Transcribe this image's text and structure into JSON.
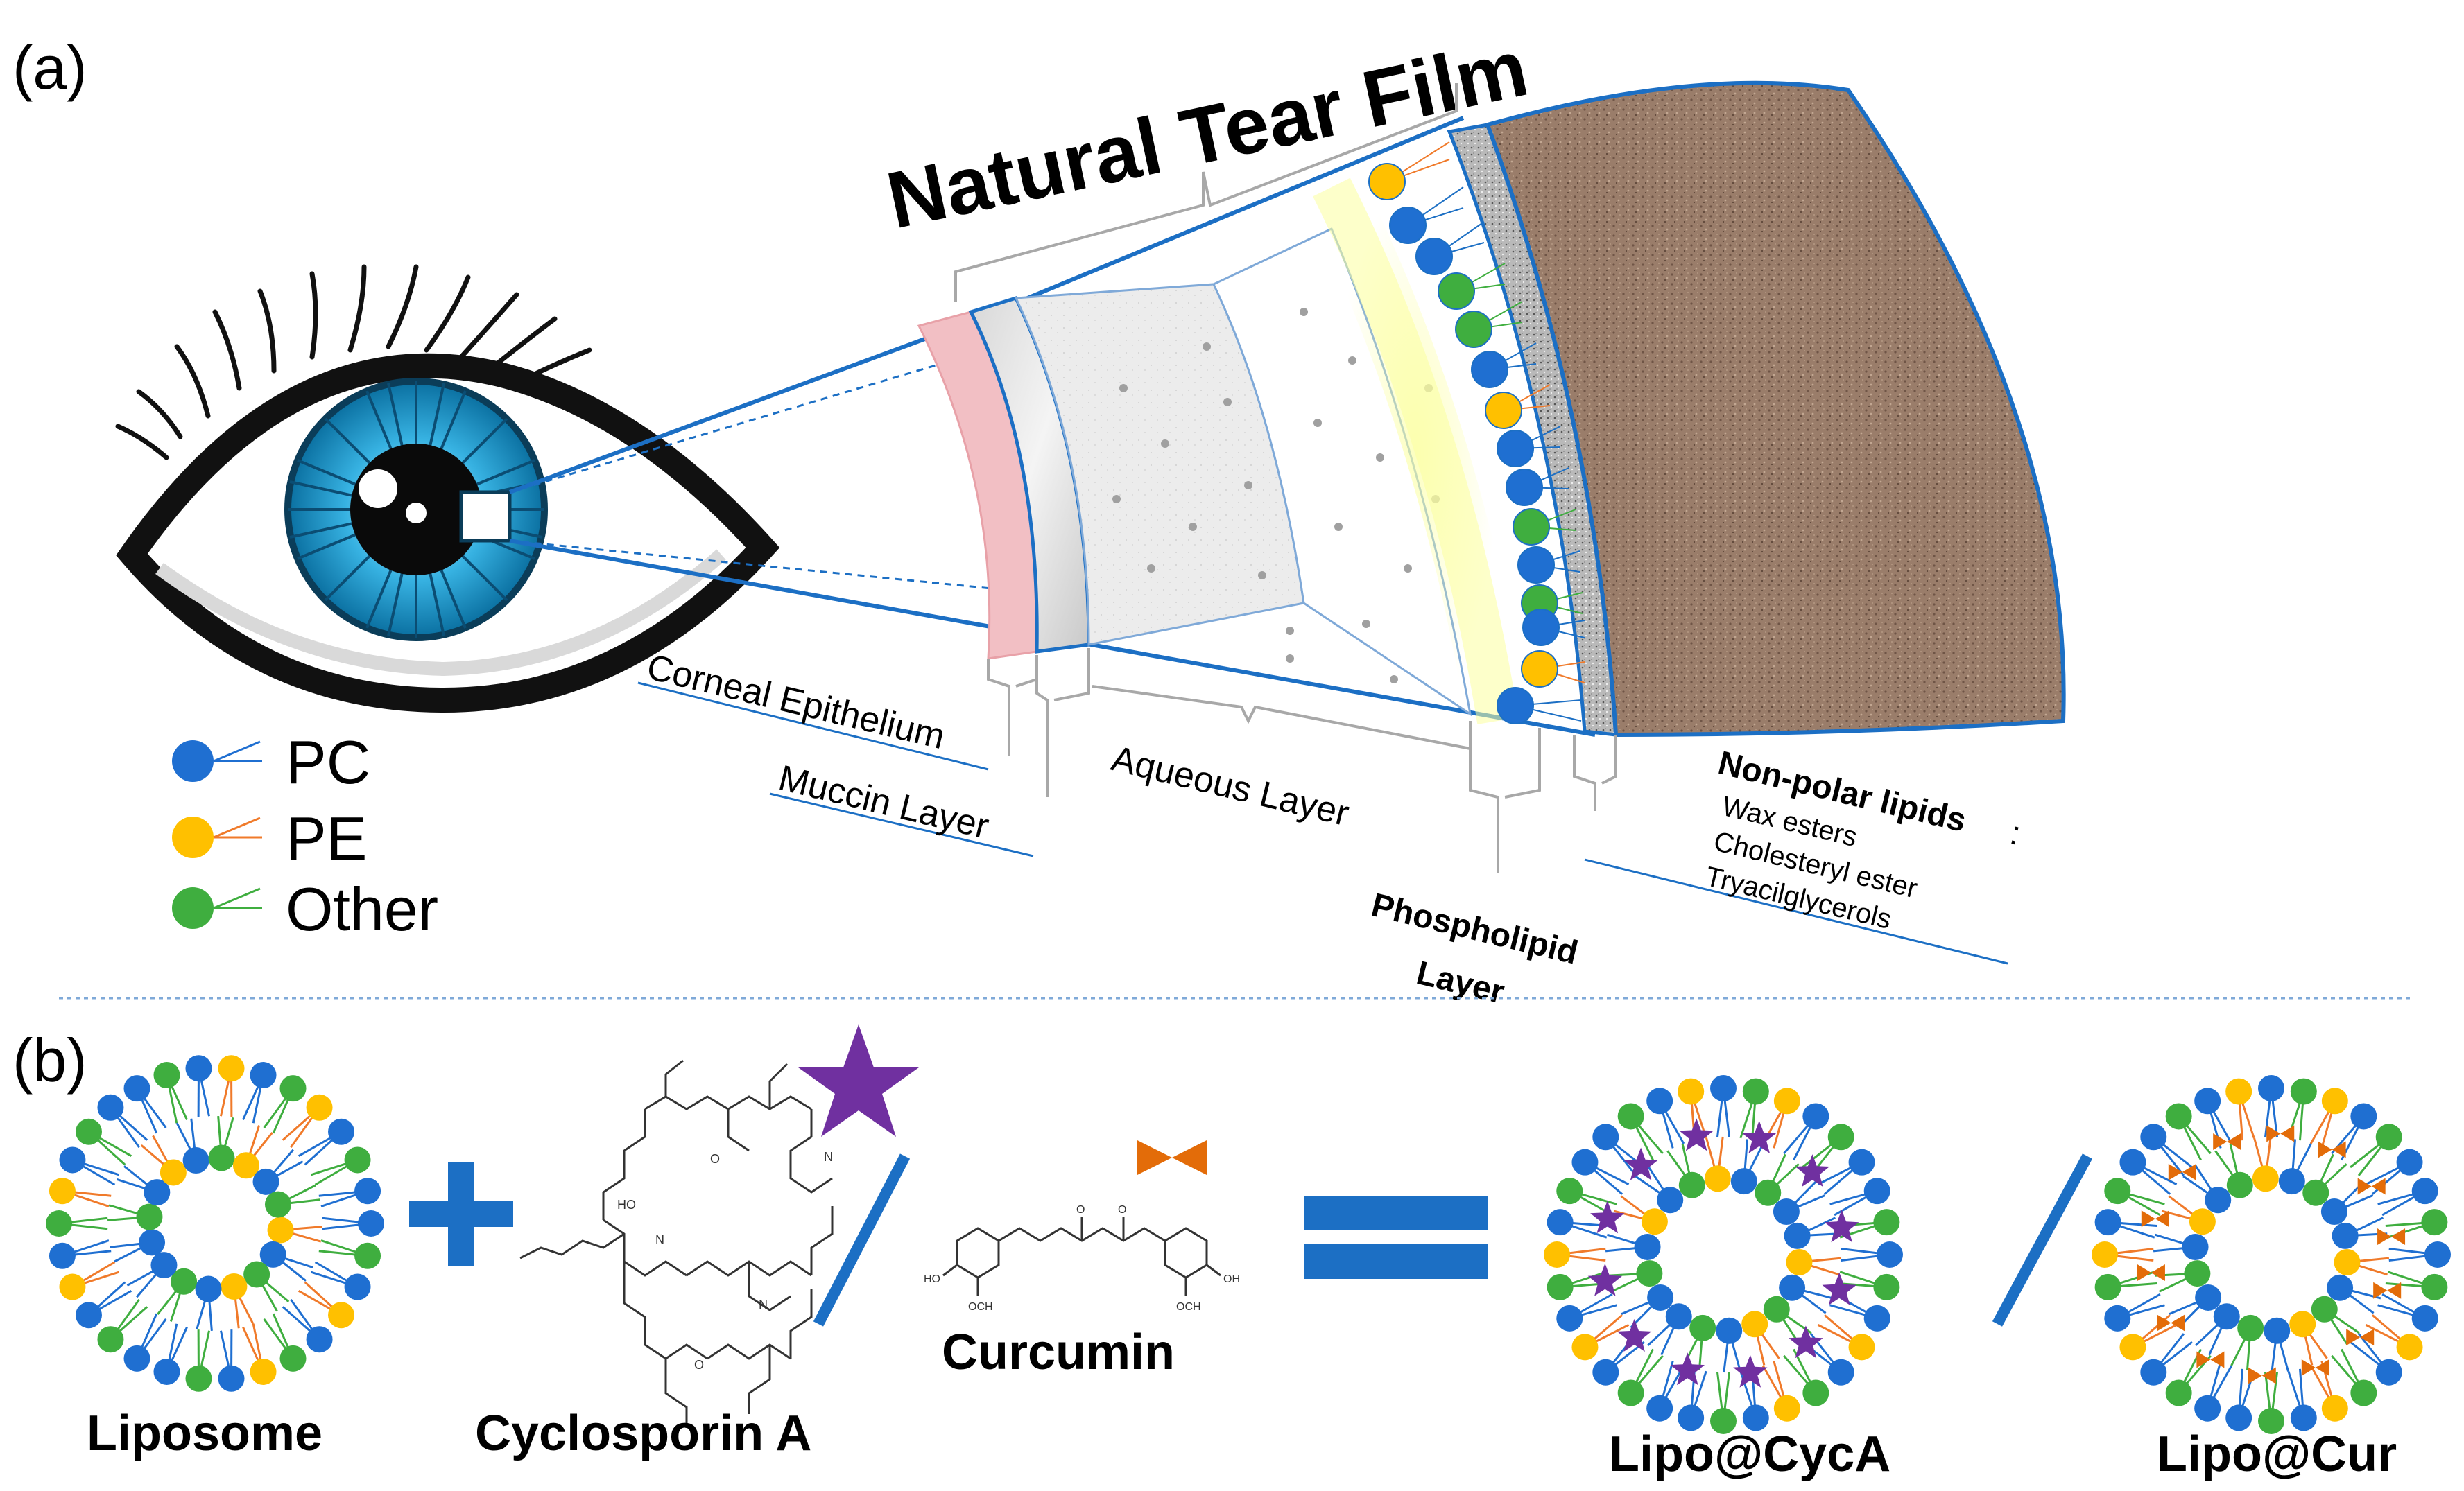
{
  "panel_a": {
    "label": "(a)",
    "title": "Natural Tear Film",
    "layers": {
      "corneal": "Corneal Epithelium",
      "muccin": "Muccin Layer",
      "aqueous": "Aqueous Layer",
      "phospholipid_line1": "Phospholipid",
      "phospholipid_line2": "Layer",
      "nonpolar_title": "Non-polar lipids",
      "nonpolar_colon": ":",
      "nonpolar_items": [
        "Wax esters",
        "Cholesteryl ester",
        "Tryacilglycerols"
      ]
    },
    "legend": [
      {
        "label": "PC",
        "color": "#1f6fd1",
        "tail": "#1f6fd1"
      },
      {
        "label": "PE",
        "color": "#ffc000",
        "tail": "#f07a2a"
      },
      {
        "label": "Other",
        "color": "#3fae3f",
        "tail": "#3fae3f"
      }
    ]
  },
  "panel_b": {
    "label": "(b)",
    "liposome": "Liposome",
    "cyclosporin": "Cyclosporin A",
    "curcumin": "Curcumin",
    "lipo_cyca": "Lipo@CycA",
    "lipo_cur": "Lipo@Cur"
  },
  "colors": {
    "blue_line": "#1c6fc4",
    "pc": "#1f6fd1",
    "pe": "#ffc000",
    "other": "#3fae3f",
    "star": "#7030a0",
    "bowtie": "#e36c09",
    "nonpolar_fill": "#9c7f6c",
    "corneal_fill": "#f2bfc4"
  }
}
